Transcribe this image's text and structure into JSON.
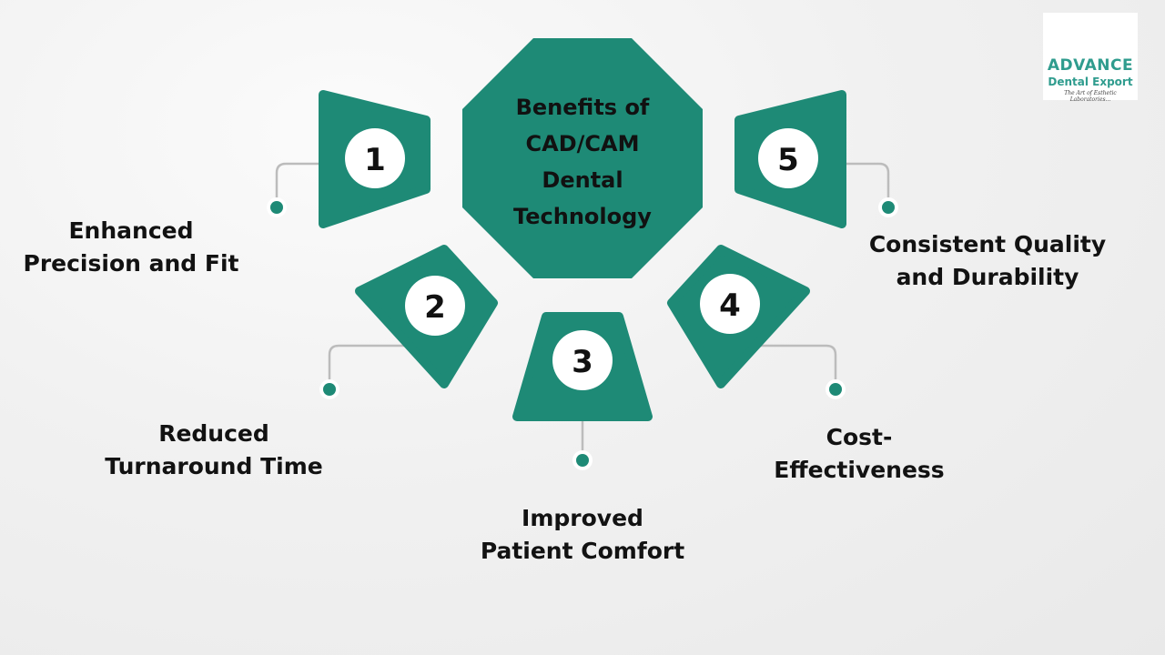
{
  "center": {
    "lines": [
      "Benefits of",
      "CAD/CAM",
      "Dental",
      "Technology"
    ]
  },
  "items": [
    {
      "number": "1",
      "lines": [
        "Enhanced",
        "Precision and Fit"
      ]
    },
    {
      "number": "2",
      "lines": [
        "Reduced",
        "Turnaround Time"
      ]
    },
    {
      "number": "3",
      "lines": [
        "Improved",
        "Patient Comfort"
      ]
    },
    {
      "number": "4",
      "lines": [
        "Cost-",
        "Effectiveness"
      ]
    },
    {
      "number": "5",
      "lines": [
        "Consistent Quality",
        "and Durability"
      ]
    }
  ],
  "logo": {
    "brand": "ADVANCE",
    "subtitle": "Dental Export",
    "tagline": "The Art of Esthetic Laboratories..."
  },
  "colors": {
    "accent": "#1e8a76",
    "connector": "#bcbcbc",
    "text": "#121212",
    "badge": "#ffffff"
  }
}
